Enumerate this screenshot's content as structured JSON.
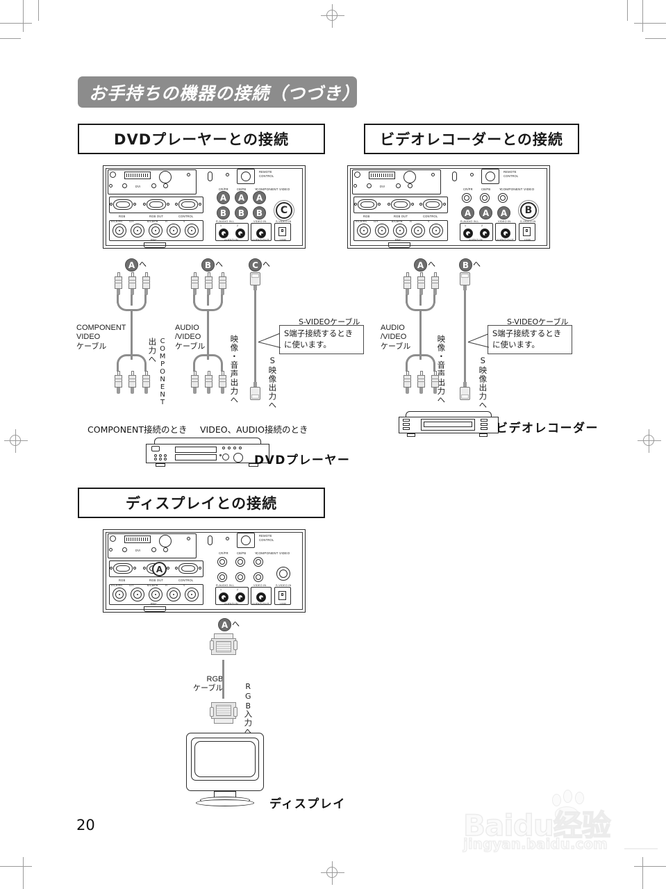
{
  "page": {
    "number": "20",
    "banner_title": "お手持ちの機器の接続（つづき）"
  },
  "sections": {
    "dvd": {
      "heading": "DVDプレーヤーとの接続",
      "captions": {
        "component": "COMPONENT接続のとき",
        "video_audio": "VIDEO、AUDIO接続のとき"
      },
      "device_label": "DVDプレーヤー",
      "cables": [
        {
          "marker": "A",
          "marker_arrow": "へ",
          "name_line1": "COMPONENT",
          "name_line2": "VIDEO",
          "name_line3": "ケーブル",
          "vertical_jp": "出力へ",
          "vertical_lat": "COMPONENT"
        },
        {
          "marker": "B",
          "marker_arrow": "へ",
          "name_line1": "AUDIO",
          "name_line2": "/VIDEO",
          "name_line3": "ケーブル",
          "vertical_jp": "映像・音声出力へ"
        },
        {
          "marker": "C",
          "marker_arrow": "へ",
          "name_line1": "S-VIDEOケーブル",
          "vertical_jp": "S映像出力へ",
          "callout": "S端子接続するときに使います。"
        }
      ]
    },
    "video": {
      "heading": "ビデオレコーダーとの接続",
      "device_label": "ビデオレコーダー",
      "cables": [
        {
          "marker": "A",
          "marker_arrow": "へ",
          "name_line1": "AUDIO",
          "name_line2": "/VIDEO",
          "name_line3": "ケーブル",
          "vertical_jp": "映像・音声出力へ"
        },
        {
          "marker": "B",
          "marker_arrow": "へ",
          "name_line1": "S-VIDEOケーブル",
          "vertical_jp": "S映像出力へ",
          "callout": "S端子接続するときに使います。"
        }
      ]
    },
    "display": {
      "heading": "ディスプレイとの接続",
      "device_label": "ディスプレイ",
      "cable": {
        "marker": "A",
        "marker_arrow": "へ",
        "name_line1": "RGB",
        "name_line2": "ケーブル",
        "vertical_lat": "RGB",
        "vertical_jp": "入力へ"
      }
    }
  },
  "panel": {
    "dvi_label": "DVI",
    "remote_control": "REMOTE\nCONTROL",
    "remote_line1": "REMOTE",
    "remote_line2": "CONTROL",
    "rgb": "RGB",
    "rgb_out": "RGB  OUT",
    "control": "CONTROL",
    "bnc_group": "BNC",
    "bnc_labels": [
      "R/CR/PR",
      "G/Y",
      "B/CB/PB",
      "H",
      "V"
    ],
    "component_video": "COMPONENT  VIDEO",
    "component_labels": [
      "CR/PR",
      "CB/PB",
      "Y"
    ],
    "r_audio_in_l": "R-AUDIO IN-L",
    "video_in": "VIDEO IN",
    "s_video_in": "S-VIDEO IN",
    "audio_in": "AUDIO IN",
    "audio_out": "AUDIO OUT",
    "usb": "USB",
    "audio_ch1": "1",
    "audio_ch2": "2"
  },
  "watermark": {
    "brand": "Baidu",
    "suffix": "经验",
    "url": "jingyan.baidu.com"
  },
  "colors": {
    "banner_bg": "#8c8c8c",
    "marker_bg": "#6e6e6e",
    "cable_gray": "#8d8d8d",
    "ink": "#1a1a1a"
  }
}
